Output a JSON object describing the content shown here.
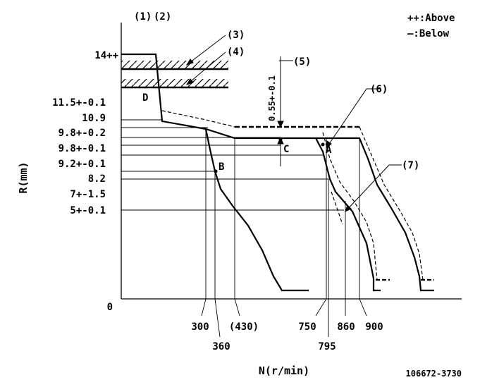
{
  "diagram": {
    "top_labels": [
      "(1)",
      "(2)"
    ],
    "legend": {
      "above": "++:Above",
      "below": "—:Below"
    },
    "y_axis_title": "R(mm)",
    "x_axis_title": "N(r/min)",
    "doc_id": "106672-3730",
    "y_ticks": [
      "14++",
      "11.5+-0.1",
      "10.9",
      "9.8+-0.2",
      "9.8+-0.1",
      "9.2+-0.1",
      "8.2",
      "7+-1.5",
      "5+-0.1",
      "0"
    ],
    "x_ticks": [
      "300",
      "360",
      "(430)",
      "750",
      "795",
      "860",
      "900"
    ],
    "callouts": [
      "(3)",
      "(4)",
      "(5)",
      "(6)",
      "(7)"
    ],
    "points": [
      "A",
      "B",
      "C",
      "D"
    ],
    "dim_text": "0.55+-0.1"
  }
}
